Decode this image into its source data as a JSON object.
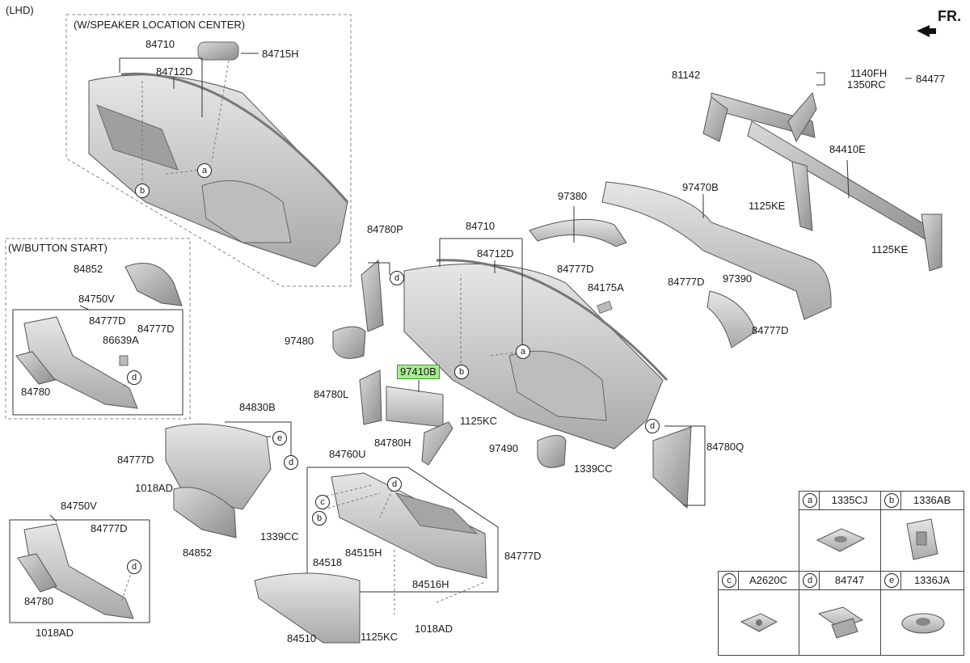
{
  "header": {
    "variant": "(LHD)",
    "direction_label": "FR."
  },
  "groups": {
    "speaker_center": "(W/SPEAKER LOCATION CENTER)",
    "button_start": "(W/BUTTON START)"
  },
  "labels": {
    "l_84710_top": "84710",
    "l_84712d_top": "84712D",
    "l_84715h": "84715H",
    "l_81142": "81142",
    "l_1140fh": "1140FH",
    "l_1350rc": "1350RC",
    "l_84477": "84477",
    "l_84410e": "84410E",
    "l_1125ke_a": "1125KE",
    "l_1125ke_b": "1125KE",
    "l_97470b": "97470B",
    "l_97380": "97380",
    "l_84777d_duct1": "84777D",
    "l_84777d_duct2": "84777D",
    "l_97390": "97390",
    "l_84777d_duct3": "84777D",
    "l_84175a": "84175A",
    "l_84780p": "84780P",
    "l_84710_mid": "84710",
    "l_84712d_mid": "84712D",
    "l_97480": "97480",
    "l_97410b": "97410B",
    "l_84780l": "84780L",
    "l_1125kc_mid": "1125KC",
    "l_84780h": "84780H",
    "l_97490": "97490",
    "l_1339cc_mid": "1339CC",
    "l_84780q": "84780Q",
    "l_84852_a": "84852",
    "l_84750v_a": "84750V",
    "l_84777d_b1": "84777D",
    "l_86639a": "86639A",
    "l_84777d_b2": "84777D",
    "l_84780_a": "84780",
    "l_84830b": "84830B",
    "l_84777d_c": "84777D",
    "l_1018ad_a": "1018AD",
    "l_84852_b": "84852",
    "l_84750v_b": "84750V",
    "l_84777d_d": "84777D",
    "l_84780_b": "84780",
    "l_1018ad_b": "1018AD",
    "l_84760u": "84760U",
    "l_1339cc_b": "1339CC",
    "l_84518": "84518",
    "l_84515h": "84515H",
    "l_84516h": "84516H",
    "l_84777d_e": "84777D",
    "l_84510": "84510",
    "l_1125kc_b": "1125KC",
    "l_1018ad_c": "1018AD"
  },
  "callouts": {
    "a": "a",
    "b": "b",
    "c": "c",
    "d": "d",
    "e": "e"
  },
  "legend": [
    {
      "key": "a",
      "code": "1335CJ"
    },
    {
      "key": "b",
      "code": "1336AB"
    },
    {
      "key": "c",
      "code": "A2620C"
    },
    {
      "key": "d",
      "code": "84747"
    },
    {
      "key": "e",
      "code": "1336JA"
    }
  ],
  "colors": {
    "part_fill": "#cfcfcf",
    "part_shade": "#9a9a9a",
    "line": "#333333",
    "highlight": "#a7ed8f"
  }
}
